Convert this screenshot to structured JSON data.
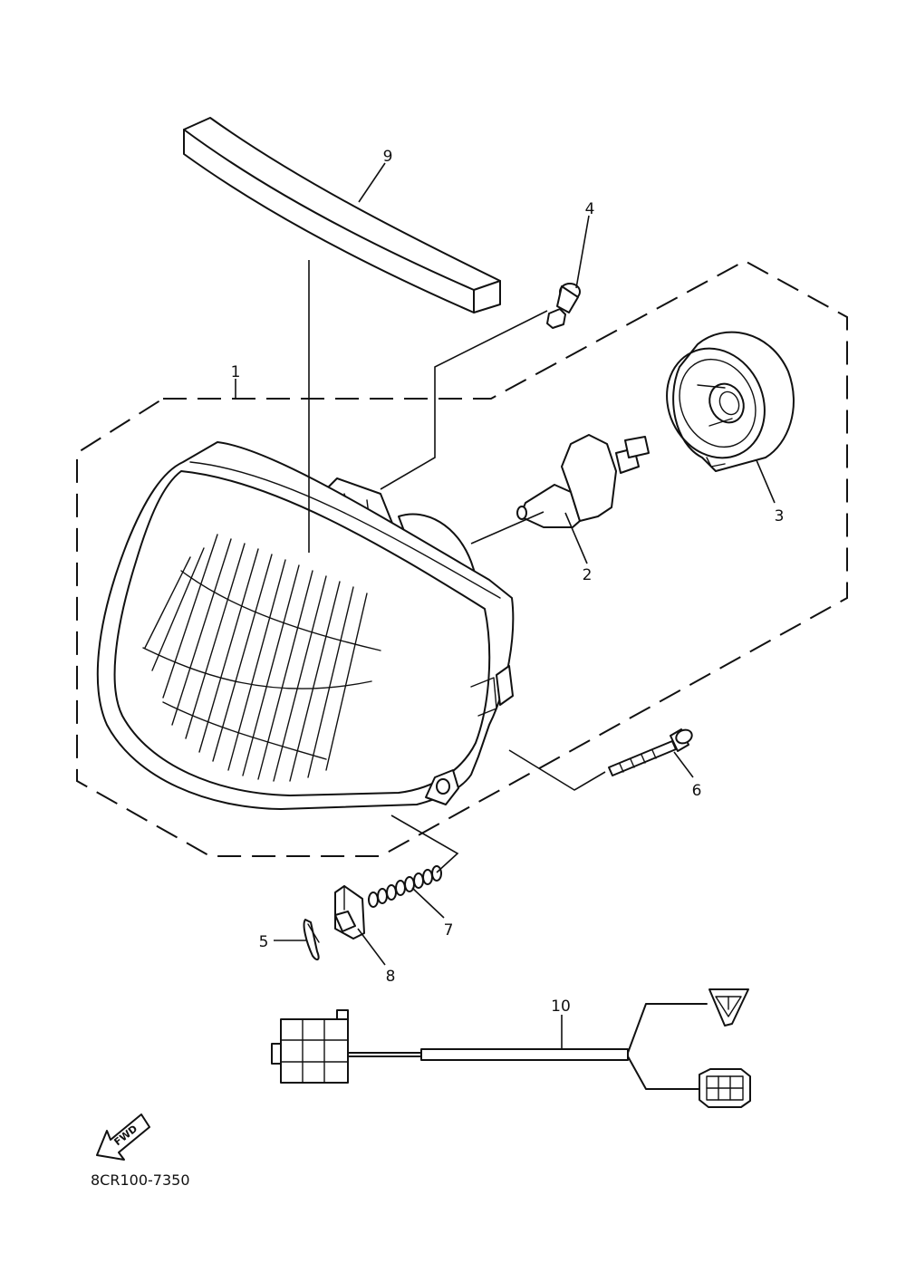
{
  "diagram": {
    "callouts": [
      {
        "id": "1",
        "label": "1"
      },
      {
        "id": "2",
        "label": "2"
      },
      {
        "id": "3",
        "label": "3"
      },
      {
        "id": "4",
        "label": "4"
      },
      {
        "id": "5",
        "label": "5"
      },
      {
        "id": "6",
        "label": "6"
      },
      {
        "id": "7",
        "label": "7"
      },
      {
        "id": "8",
        "label": "8"
      },
      {
        "id": "9",
        "label": "9"
      },
      {
        "id": "10",
        "label": "10"
      }
    ],
    "direction_badge": "FWD",
    "drawing_code": "8CR100-7350"
  }
}
